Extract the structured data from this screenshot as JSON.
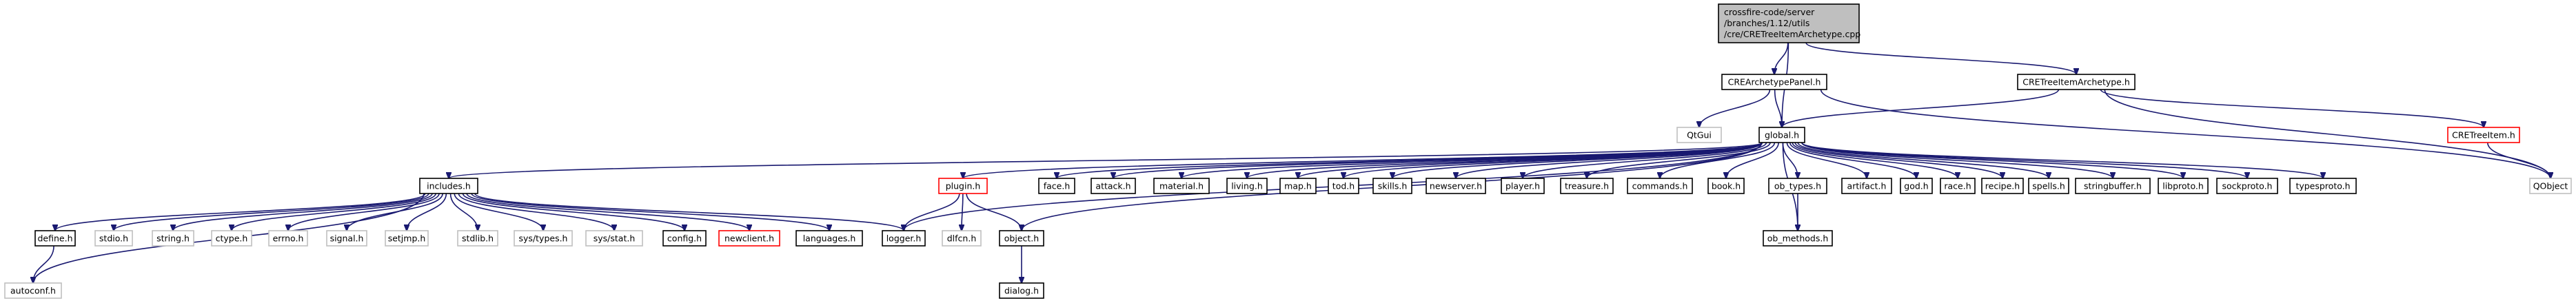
{
  "colors": {
    "edge": "#191970",
    "node_default_stroke": "#000000",
    "node_external_stroke": "#bfbfbf",
    "node_link_stroke": "#ff0000",
    "root_fill": "#bfbfbf",
    "node_fill": "#ffffff"
  },
  "nodes": {
    "root": {
      "lines": [
        "crossfire-code/server",
        "/branches/1.12/utils",
        "/cre/CRETreeItemArchetype.cpp"
      ],
      "kind": "root"
    },
    "CREArchetypePanel": {
      "label": "CREArchetypePanel.h",
      "kind": "default"
    },
    "CRETreeItemArchetype": {
      "label": "CRETreeItemArchetype.h",
      "kind": "default"
    },
    "QtGui": {
      "label": "QtGui",
      "kind": "external"
    },
    "global": {
      "label": "global.h",
      "kind": "default"
    },
    "CRETreeItem": {
      "label": "CRETreeItem.h",
      "kind": "link"
    },
    "QObject": {
      "label": "QObject",
      "kind": "external"
    },
    "includes": {
      "label": "includes.h",
      "kind": "default"
    },
    "plugin": {
      "label": "plugin.h",
      "kind": "link"
    },
    "face": {
      "label": "face.h",
      "kind": "default"
    },
    "attack": {
      "label": "attack.h",
      "kind": "default"
    },
    "material": {
      "label": "material.h",
      "kind": "default"
    },
    "living": {
      "label": "living.h",
      "kind": "default"
    },
    "map": {
      "label": "map.h",
      "kind": "default"
    },
    "tod": {
      "label": "tod.h",
      "kind": "default"
    },
    "skills": {
      "label": "skills.h",
      "kind": "default"
    },
    "newserver": {
      "label": "newserver.h",
      "kind": "default"
    },
    "player": {
      "label": "player.h",
      "kind": "default"
    },
    "treasure": {
      "label": "treasure.h",
      "kind": "default"
    },
    "commands": {
      "label": "commands.h",
      "kind": "default"
    },
    "book": {
      "label": "book.h",
      "kind": "default"
    },
    "ob_types": {
      "label": "ob_types.h",
      "kind": "default"
    },
    "artifact": {
      "label": "artifact.h",
      "kind": "default"
    },
    "god": {
      "label": "god.h",
      "kind": "default"
    },
    "race": {
      "label": "race.h",
      "kind": "default"
    },
    "recipe": {
      "label": "recipe.h",
      "kind": "default"
    },
    "spells": {
      "label": "spells.h",
      "kind": "default"
    },
    "stringbuffer": {
      "label": "stringbuffer.h",
      "kind": "default"
    },
    "libproto": {
      "label": "libproto.h",
      "kind": "default"
    },
    "sockproto": {
      "label": "sockproto.h",
      "kind": "default"
    },
    "typesproto": {
      "label": "typesproto.h",
      "kind": "default"
    },
    "define": {
      "label": "define.h",
      "kind": "default"
    },
    "stdio": {
      "label": "stdio.h",
      "kind": "external"
    },
    "string": {
      "label": "string.h",
      "kind": "external"
    },
    "ctype": {
      "label": "ctype.h",
      "kind": "external"
    },
    "errno": {
      "label": "errno.h",
      "kind": "external"
    },
    "signal": {
      "label": "signal.h",
      "kind": "external"
    },
    "setjmp": {
      "label": "setjmp.h",
      "kind": "external"
    },
    "stdlib": {
      "label": "stdlib.h",
      "kind": "external"
    },
    "systypes": {
      "label": "sys/types.h",
      "kind": "external"
    },
    "sysstat": {
      "label": "sys/stat.h",
      "kind": "external"
    },
    "config": {
      "label": "config.h",
      "kind": "default"
    },
    "newclient": {
      "label": "newclient.h",
      "kind": "link"
    },
    "languages": {
      "label": "languages.h",
      "kind": "default"
    },
    "logger": {
      "label": "logger.h",
      "kind": "default"
    },
    "dlfcn": {
      "label": "dlfcn.h",
      "kind": "external"
    },
    "object": {
      "label": "object.h",
      "kind": "default"
    },
    "ob_methods": {
      "label": "ob_methods.h",
      "kind": "default"
    },
    "autoconf": {
      "label": "autoconf.h",
      "kind": "external"
    },
    "dialog": {
      "label": "dialog.h",
      "kind": "default"
    }
  },
  "edges": [
    [
      "root",
      "CREArchetypePanel"
    ],
    [
      "root",
      "CRETreeItemArchetype"
    ],
    [
      "root",
      "global"
    ],
    [
      "CREArchetypePanel",
      "QtGui"
    ],
    [
      "CREArchetypePanel",
      "global"
    ],
    [
      "CREArchetypePanel",
      "QObject"
    ],
    [
      "CRETreeItemArchetype",
      "global"
    ],
    [
      "CRETreeItemArchetype",
      "CRETreeItem"
    ],
    [
      "CRETreeItemArchetype",
      "QObject"
    ],
    [
      "CRETreeItem",
      "QObject"
    ],
    [
      "global",
      "includes"
    ],
    [
      "global",
      "plugin"
    ],
    [
      "global",
      "object"
    ],
    [
      "global",
      "face"
    ],
    [
      "global",
      "attack"
    ],
    [
      "global",
      "material"
    ],
    [
      "global",
      "living"
    ],
    [
      "global",
      "map"
    ],
    [
      "global",
      "tod"
    ],
    [
      "global",
      "skills"
    ],
    [
      "global",
      "newserver"
    ],
    [
      "global",
      "player"
    ],
    [
      "global",
      "treasure"
    ],
    [
      "global",
      "commands"
    ],
    [
      "global",
      "book"
    ],
    [
      "global",
      "ob_types"
    ],
    [
      "global",
      "ob_methods"
    ],
    [
      "global",
      "artifact"
    ],
    [
      "global",
      "god"
    ],
    [
      "global",
      "race"
    ],
    [
      "global",
      "recipe"
    ],
    [
      "global",
      "spells"
    ],
    [
      "global",
      "stringbuffer"
    ],
    [
      "global",
      "libproto"
    ],
    [
      "global",
      "sockproto"
    ],
    [
      "global",
      "typesproto"
    ],
    [
      "global",
      "logger"
    ],
    [
      "includes",
      "autoconf"
    ],
    [
      "includes",
      "define"
    ],
    [
      "includes",
      "stdio"
    ],
    [
      "includes",
      "string"
    ],
    [
      "includes",
      "ctype"
    ],
    [
      "includes",
      "errno"
    ],
    [
      "includes",
      "signal"
    ],
    [
      "includes",
      "setjmp"
    ],
    [
      "includes",
      "stdlib"
    ],
    [
      "includes",
      "systypes"
    ],
    [
      "includes",
      "sysstat"
    ],
    [
      "includes",
      "config"
    ],
    [
      "includes",
      "newclient"
    ],
    [
      "includes",
      "languages"
    ],
    [
      "includes",
      "logger"
    ],
    [
      "define",
      "autoconf"
    ],
    [
      "plugin",
      "logger"
    ],
    [
      "plugin",
      "dlfcn"
    ],
    [
      "plugin",
      "object"
    ],
    [
      "object",
      "dialog"
    ],
    [
      "ob_types",
      "ob_methods"
    ]
  ]
}
